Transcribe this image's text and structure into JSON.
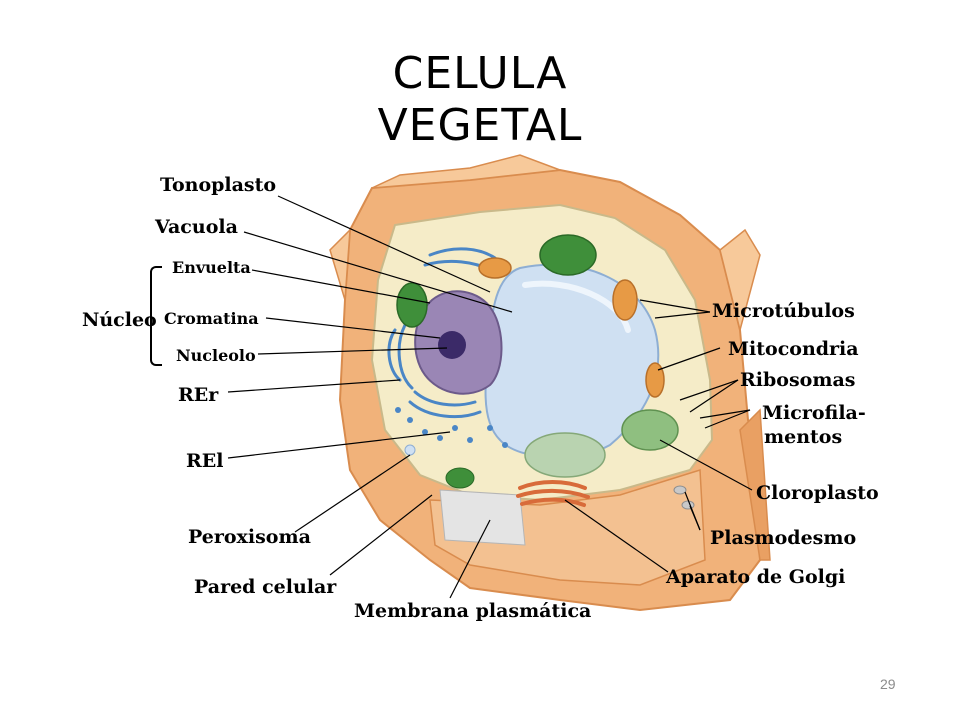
{
  "slide": {
    "title_line1": "CELULA",
    "title_line2": "VEGETAL",
    "page_number": "29"
  },
  "labels": {
    "tonoplasto": "Tonoplasto",
    "vacuola": "Vacuola",
    "nucleo": "Núcleo",
    "envuelta": "Envuelta",
    "cromatina": "Cromatina",
    "nucleolo": "Nucleolo",
    "rer": "REr",
    "rel": "REl",
    "peroxisoma": "Peroxisoma",
    "pared_celular": "Pared celular",
    "membrana_plasmatica": "Membrana plasmática",
    "microtubulos": "Microtúbulos",
    "mitocondria": "Mitocondria",
    "ribosomas": "Ribosomas",
    "microfilamentos_1": "Microfila-",
    "microfilamentos_2": "mentos",
    "cloroplasto": "Cloroplasto",
    "plasmodesmo": "Plasmodesmo",
    "aparato_golgi": "Aparato de Golgi"
  },
  "colors": {
    "cell_wall": "#f1b27a",
    "cytoplasm": "#f5ecc8",
    "vacuole": "#cfe0f2",
    "nucleus": "#9a86b5",
    "chloroplast": "#3f8f3a",
    "er": "#4a86c6",
    "mitochondria": "#e79a45"
  }
}
